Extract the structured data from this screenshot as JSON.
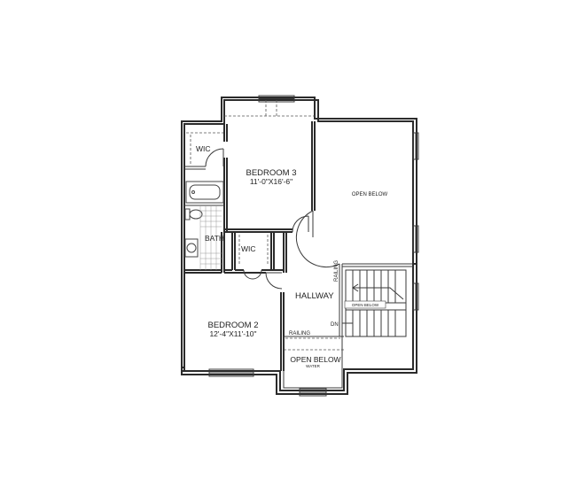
{
  "rooms": {
    "bedroom3": {
      "name": "BEDROOM 3",
      "dims": "11'-0\"X16'-6\""
    },
    "bedroom2": {
      "name": "BEDROOM 2",
      "dims": "12'-4\"X11'-10\""
    },
    "hallway": "HALLWAY",
    "bath": "BATH",
    "wic_upper": "WIC",
    "wic_lower": "WIC",
    "open_below_main": "OPEN BELOW",
    "open_below_stair": "OPEN BELOW",
    "open_below_bay": "OPEN BELOW",
    "bay_note": "WATER"
  },
  "annotations": {
    "railing_vertical": "RAILING",
    "railing_bay": "RAILING",
    "stair_direction": "DN"
  }
}
